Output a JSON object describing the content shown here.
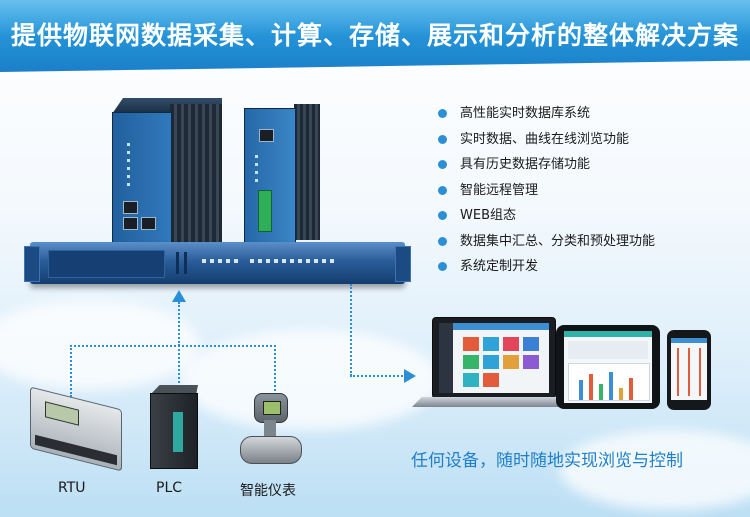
{
  "title": "提供物联网数据采集、计算、存储、展示和分析的整体解决方案",
  "features": [
    "高性能实时数据库系统",
    "实时数据、曲线在线浏览功能",
    "具有历史数据存储功能",
    "智能远程管理",
    "WEB组态",
    "数据集中汇总、分类和预处理功能",
    "系统定制开发"
  ],
  "devices_caption": "任何设备，随时随地实现浏览与控制",
  "field_devices": {
    "rtu": "RTU",
    "plc": "PLC",
    "meter": "智能仪表"
  },
  "colors": {
    "title_bg": "#1b7fc9",
    "accent": "#2a8fd6",
    "caption": "#1f7fc9"
  }
}
